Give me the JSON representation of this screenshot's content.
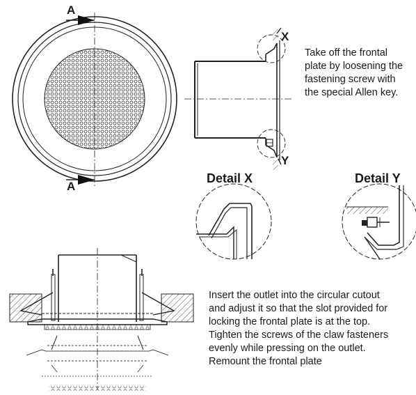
{
  "labels": {
    "section_a_top": "A",
    "section_a_bottom": "A",
    "detail_marker_x": "X",
    "detail_marker_y": "Y",
    "detail_x_title": "Detail X",
    "detail_y_title": "Detail Y"
  },
  "instructions": {
    "remove_front_plate": [
      "Take off the frontal",
      "plate by loosening the",
      "fastening screw with",
      "the special Allen key."
    ],
    "install_outlet": [
      "Insert the outlet into the circular cutout",
      "and adjust it so that the slot provided for",
      "locking the frontal plate is at the top.",
      "Tighten the screws of the claw fasteners",
      "evenly while pressing on the outlet.",
      "Remount the frontal plate"
    ]
  }
}
